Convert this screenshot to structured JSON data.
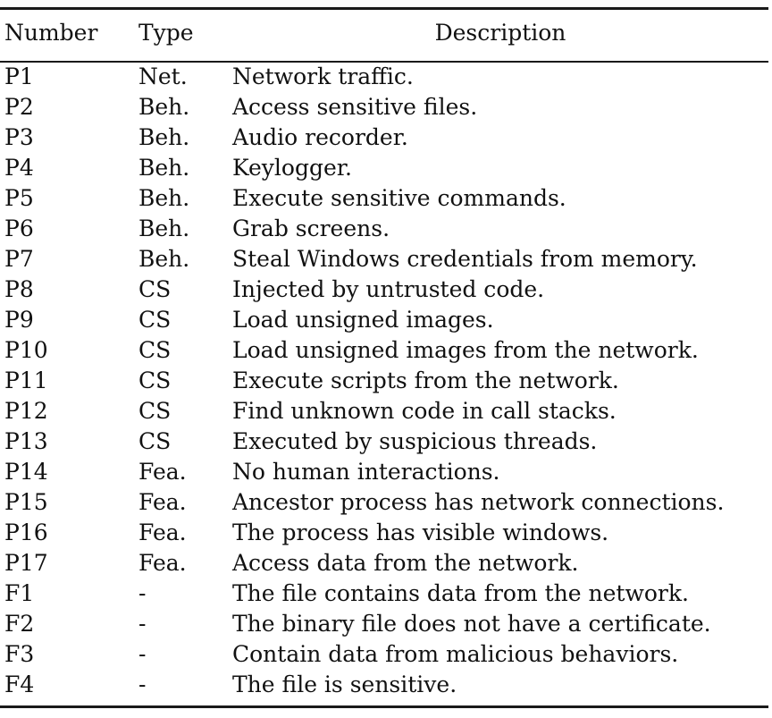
{
  "table": {
    "headers": {
      "number": "Number",
      "type": "Type",
      "description": "Description"
    },
    "rows": [
      {
        "number": "P1",
        "type": "Net.",
        "description": "Network traffic."
      },
      {
        "number": "P2",
        "type": "Beh.",
        "description": "Access sensitive files."
      },
      {
        "number": "P3",
        "type": "Beh.",
        "description": "Audio recorder."
      },
      {
        "number": "P4",
        "type": "Beh.",
        "description": "Keylogger."
      },
      {
        "number": "P5",
        "type": "Beh.",
        "description": "Execute sensitive commands."
      },
      {
        "number": "P6",
        "type": "Beh.",
        "description": "Grab screens."
      },
      {
        "number": "P7",
        "type": "Beh.",
        "description": "Steal Windows credentials from memory."
      },
      {
        "number": "P8",
        "type": "CS",
        "description": "Injected by untrusted code."
      },
      {
        "number": "P9",
        "type": "CS",
        "description": "Load unsigned images."
      },
      {
        "number": "P10",
        "type": "CS",
        "description": "Load unsigned images from the network."
      },
      {
        "number": "P11",
        "type": "CS",
        "description": "Execute scripts from the network."
      },
      {
        "number": "P12",
        "type": "CS",
        "description": "Find unknown code in call stacks."
      },
      {
        "number": "P13",
        "type": "CS",
        "description": "Executed by suspicious threads."
      },
      {
        "number": "P14",
        "type": "Fea.",
        "description": "No human interactions."
      },
      {
        "number": "P15",
        "type": "Fea.",
        "description": "Ancestor process has network connections."
      },
      {
        "number": "P16",
        "type": "Fea.",
        "description": "The process has visible windows."
      },
      {
        "number": "P17",
        "type": "Fea.",
        "description": "Access data from the network."
      },
      {
        "number": "F1",
        "type": "-",
        "description": "The file contains data from the network."
      },
      {
        "number": "F2",
        "type": "-",
        "description": "The binary file does not have a certificate."
      },
      {
        "number": "F3",
        "type": "-",
        "description": "Contain data from malicious behaviors."
      },
      {
        "number": "F4",
        "type": "-",
        "description": "The file is sensitive."
      }
    ]
  }
}
